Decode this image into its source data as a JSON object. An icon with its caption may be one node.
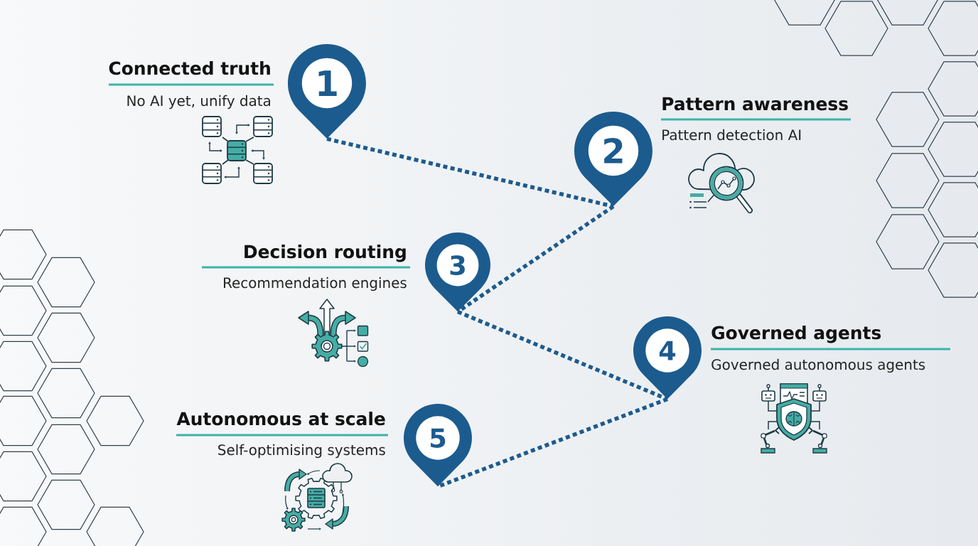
{
  "diagram": {
    "nodes": [
      {
        "text": [
          "1"
        ],
        "beside": [
          "Connected truth",
          "No AI yet, unify data"
        ]
      },
      {
        "text": [
          "2"
        ],
        "beside": [
          "Pattern awareness",
          "Pattern detection AI"
        ]
      },
      {
        "text": [
          "3"
        ],
        "beside": [
          "Decision routing",
          "Recommendation engines"
        ]
      },
      {
        "text": [
          "4"
        ],
        "beside": [
          "Governed agents",
          "Governed autonomous agents"
        ]
      },
      {
        "text": [
          "5"
        ],
        "beside": [
          "Autonomous at scale",
          "Self-optimising systems"
        ]
      }
    ],
    "edges": [
      {
        "from": 0,
        "to": 1,
        "arrow": "none",
        "style": "dashed"
      },
      {
        "from": 1,
        "to": 2,
        "arrow": "none",
        "style": "dashed"
      },
      {
        "from": 2,
        "to": 3,
        "arrow": "none",
        "style": "dashed"
      },
      {
        "from": 3,
        "to": 4,
        "arrow": "none",
        "style": "dashed"
      }
    ]
  }
}
